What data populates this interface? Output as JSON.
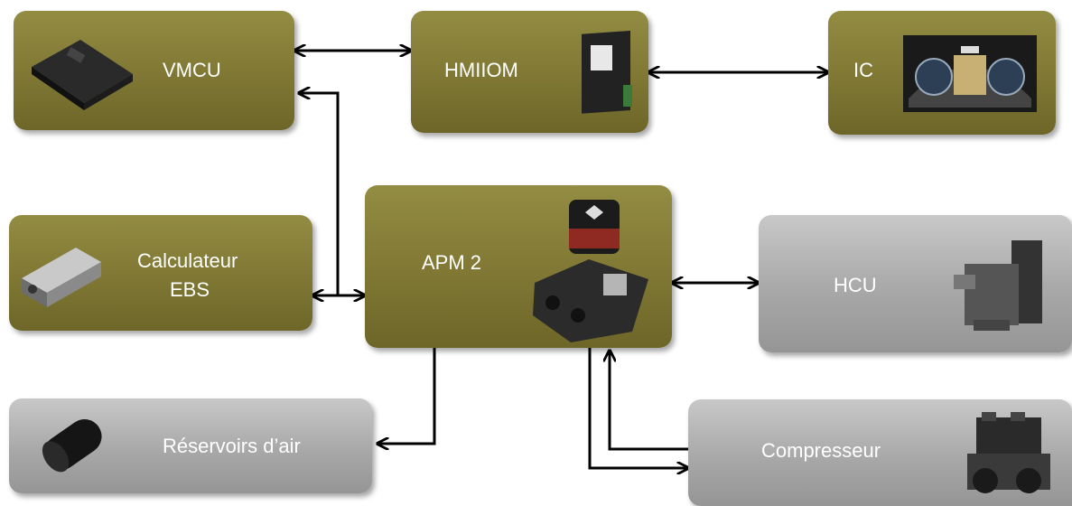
{
  "nodes": {
    "vmcu": {
      "label": "VMCU",
      "image": "ecu-module-icon"
    },
    "hmiiom": {
      "label": "HMIIOM",
      "image": "io-module-icon"
    },
    "ic": {
      "label": "IC",
      "image": "instrument-cluster-icon"
    },
    "ebs": {
      "label_line1": "Calculateur",
      "label_line2": "EBS",
      "image": "ebs-unit-icon"
    },
    "apm2": {
      "label": "APM 2",
      "image": "air-processing-module-icon"
    },
    "hcu": {
      "label": "HCU",
      "image": "hcu-unit-icon"
    },
    "reservoirs": {
      "label": "Réservoirs d’air",
      "image": "air-tank-icon"
    },
    "compresseur": {
      "label": "Compresseur",
      "image": "compressor-icon"
    }
  },
  "colors": {
    "active_box": "#857d37",
    "inactive_box": "#a8a8a8",
    "arrow": "#000000",
    "label": "#ffffff"
  },
  "links": [
    {
      "from": "vmcu",
      "to": "hmiiom",
      "direction": "both"
    },
    {
      "from": "hmiiom",
      "to": "ic",
      "direction": "both"
    },
    {
      "from": "vmcu",
      "to": "ebs",
      "direction": "both"
    },
    {
      "from": "ebs",
      "to": "apm2",
      "direction": "both"
    },
    {
      "from": "apm2",
      "to": "hcu",
      "direction": "both"
    },
    {
      "from": "apm2",
      "to": "reservoirs",
      "direction": "forward"
    },
    {
      "from": "apm2",
      "to": "compresseur",
      "direction": "forward"
    },
    {
      "from": "compresseur",
      "to": "apm2",
      "direction": "forward"
    }
  ]
}
